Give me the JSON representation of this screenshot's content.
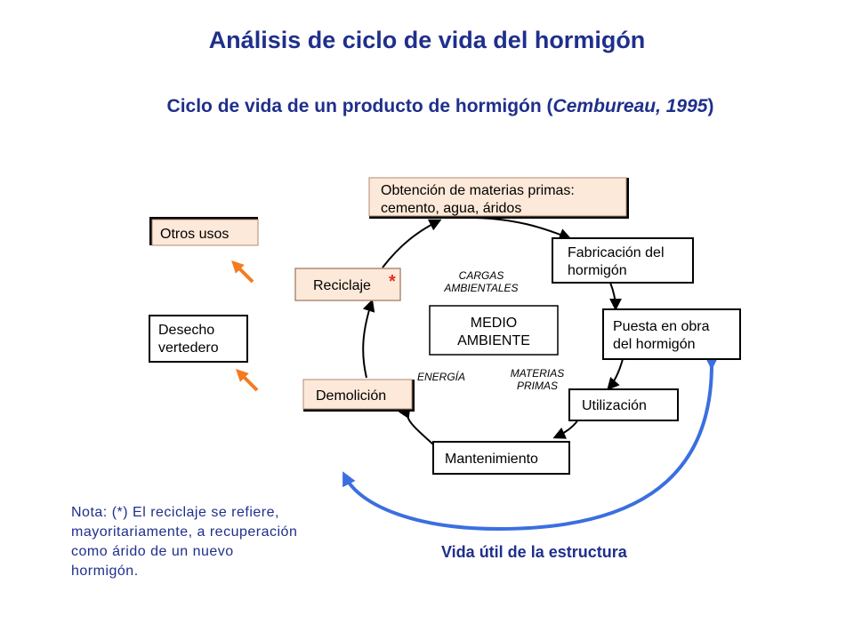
{
  "title": "Análisis de ciclo de vida del hormigón",
  "subtitle": {
    "main": "Ciclo de vida de un producto de hormigón (",
    "source": "Cembureau, 1995",
    "close": ")"
  },
  "cycle_nodes": {
    "materias_primas": [
      "Obtención de materias primas:",
      "cemento, agua, áridos"
    ],
    "fabricacion": [
      "Fabricación del",
      "hormigón"
    ],
    "puesta_en_obra": [
      "Puesta en obra",
      "del hormigón"
    ],
    "utilizacion": [
      "Utilización"
    ],
    "mantenimiento": [
      "Mantenimiento"
    ],
    "demolicion": [
      "Demolición"
    ],
    "reciclaje": [
      "Reciclaje"
    ]
  },
  "reciclaje_mark": "*",
  "side_nodes": {
    "otros_usos": [
      "Otros usos"
    ],
    "desecho": [
      "Desecho",
      "vertedero"
    ]
  },
  "center": {
    "label": [
      "MEDIO",
      "AMBIENTE"
    ],
    "cargas": [
      "CARGAS",
      "AMBIENTALES"
    ],
    "energia": [
      "ENERGÍA"
    ],
    "materias": [
      "MATERIAS",
      "PRIMAS"
    ]
  },
  "note": [
    "Nota: (*) El reciclaje se refiere,",
    "mayoritariamente, a recuperación",
    "como árido de un nuevo",
    "hormigón."
  ],
  "life_label": "Vida útil de la estructura",
  "colors": {
    "title": "#1f2f8c",
    "peach_fill": "#fde9d9",
    "peach_border": "#b08a72",
    "orange_arrow": "#f47b20",
    "blue_arrow": "#3b6fe0",
    "star": "#e03020"
  }
}
